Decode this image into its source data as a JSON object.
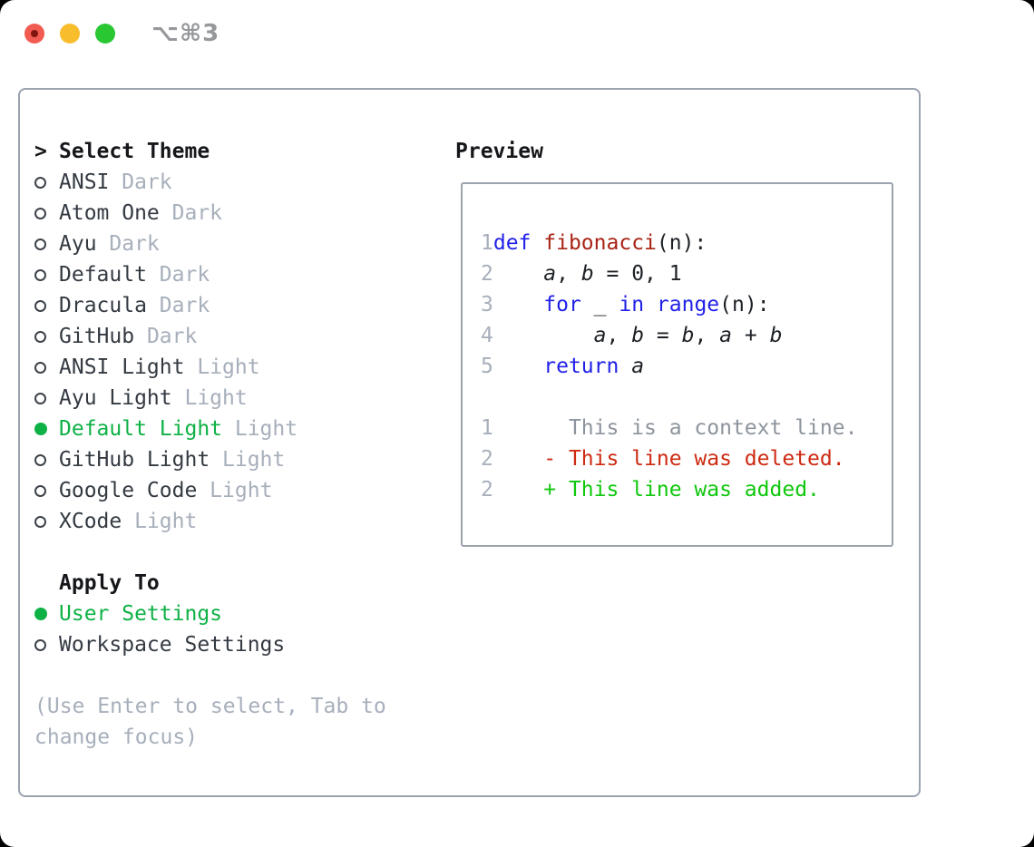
{
  "window": {
    "title": "⌥⌘3"
  },
  "theme_selector": {
    "prompt": ">",
    "title": "Select Theme",
    "items": [
      {
        "name": "ANSI",
        "variant": "Dark",
        "selected": false
      },
      {
        "name": "Atom One",
        "variant": "Dark",
        "selected": false
      },
      {
        "name": "Ayu",
        "variant": "Dark",
        "selected": false
      },
      {
        "name": "Default",
        "variant": "Dark",
        "selected": false
      },
      {
        "name": "Dracula",
        "variant": "Dark",
        "selected": false
      },
      {
        "name": "GitHub",
        "variant": "Dark",
        "selected": false
      },
      {
        "name": "ANSI Light",
        "variant": "Light",
        "selected": false
      },
      {
        "name": "Ayu Light",
        "variant": "Light",
        "selected": false
      },
      {
        "name": "Default Light",
        "variant": "Light",
        "selected": true
      },
      {
        "name": "GitHub Light",
        "variant": "Light",
        "selected": false
      },
      {
        "name": "Google Code",
        "variant": "Light",
        "selected": false
      },
      {
        "name": "XCode",
        "variant": "Light",
        "selected": false
      }
    ]
  },
  "apply_to": {
    "title": "Apply To",
    "options": [
      {
        "label": "User Settings",
        "selected": true
      },
      {
        "label": "Workspace Settings",
        "selected": false
      }
    ]
  },
  "hint": {
    "line1": "(Use Enter to select, Tab to",
    "line2": "change focus)"
  },
  "preview": {
    "title": "Preview",
    "code_lines": [
      {
        "num": "1",
        "tokens": [
          {
            "t": "def",
            "c": "kw"
          },
          {
            "t": " "
          },
          {
            "t": "fibonacci",
            "c": "fn"
          },
          {
            "t": "(n):"
          }
        ]
      },
      {
        "num": "2",
        "tokens": [
          {
            "t": "    "
          },
          {
            "t": "a",
            "c": "var"
          },
          {
            "t": ", "
          },
          {
            "t": "b",
            "c": "var"
          },
          {
            "t": " = 0, 1"
          }
        ]
      },
      {
        "num": "3",
        "tokens": [
          {
            "t": "    "
          },
          {
            "t": "for",
            "c": "kw"
          },
          {
            "t": " _ "
          },
          {
            "t": "in",
            "c": "kw"
          },
          {
            "t": " "
          },
          {
            "t": "range",
            "c": "kw"
          },
          {
            "t": "(n):"
          }
        ]
      },
      {
        "num": "4",
        "tokens": [
          {
            "t": "        "
          },
          {
            "t": "a",
            "c": "var"
          },
          {
            "t": ", "
          },
          {
            "t": "b",
            "c": "var"
          },
          {
            "t": " = "
          },
          {
            "t": "b",
            "c": "var"
          },
          {
            "t": ", "
          },
          {
            "t": "a",
            "c": "var"
          },
          {
            "t": " + "
          },
          {
            "t": "b",
            "c": "var"
          }
        ]
      },
      {
        "num": "5",
        "tokens": [
          {
            "t": "    "
          },
          {
            "t": "return",
            "c": "kw"
          },
          {
            "t": " "
          },
          {
            "t": "a",
            "c": "var"
          }
        ]
      }
    ],
    "diff_lines": [
      {
        "num": "1",
        "text": "      This is a context line.",
        "kind": "context"
      },
      {
        "num": "2",
        "text": "    - This line was deleted.",
        "kind": "deleted"
      },
      {
        "num": "2",
        "text": "    + This line was added.",
        "kind": "added"
      }
    ]
  },
  "colors": {
    "accent_green": "#0eb145",
    "added_green": "#0fc70c",
    "deleted_red": "#cd2a12",
    "keyword_blue": "#2121e8",
    "function_red": "#a82315",
    "code_default": "#1d2125",
    "text_dark": "#343a42",
    "heading_dark": "#15171a",
    "muted_gray": "#a7afbb",
    "context_gray": "#8d949d",
    "border_gray": "#9ba3ae",
    "traffic_red": "#f15b51",
    "traffic_red_dot": "#7e150f",
    "traffic_yellow": "#f8bd2d",
    "traffic_green": "#29c732",
    "title_gray": "#96989c"
  }
}
